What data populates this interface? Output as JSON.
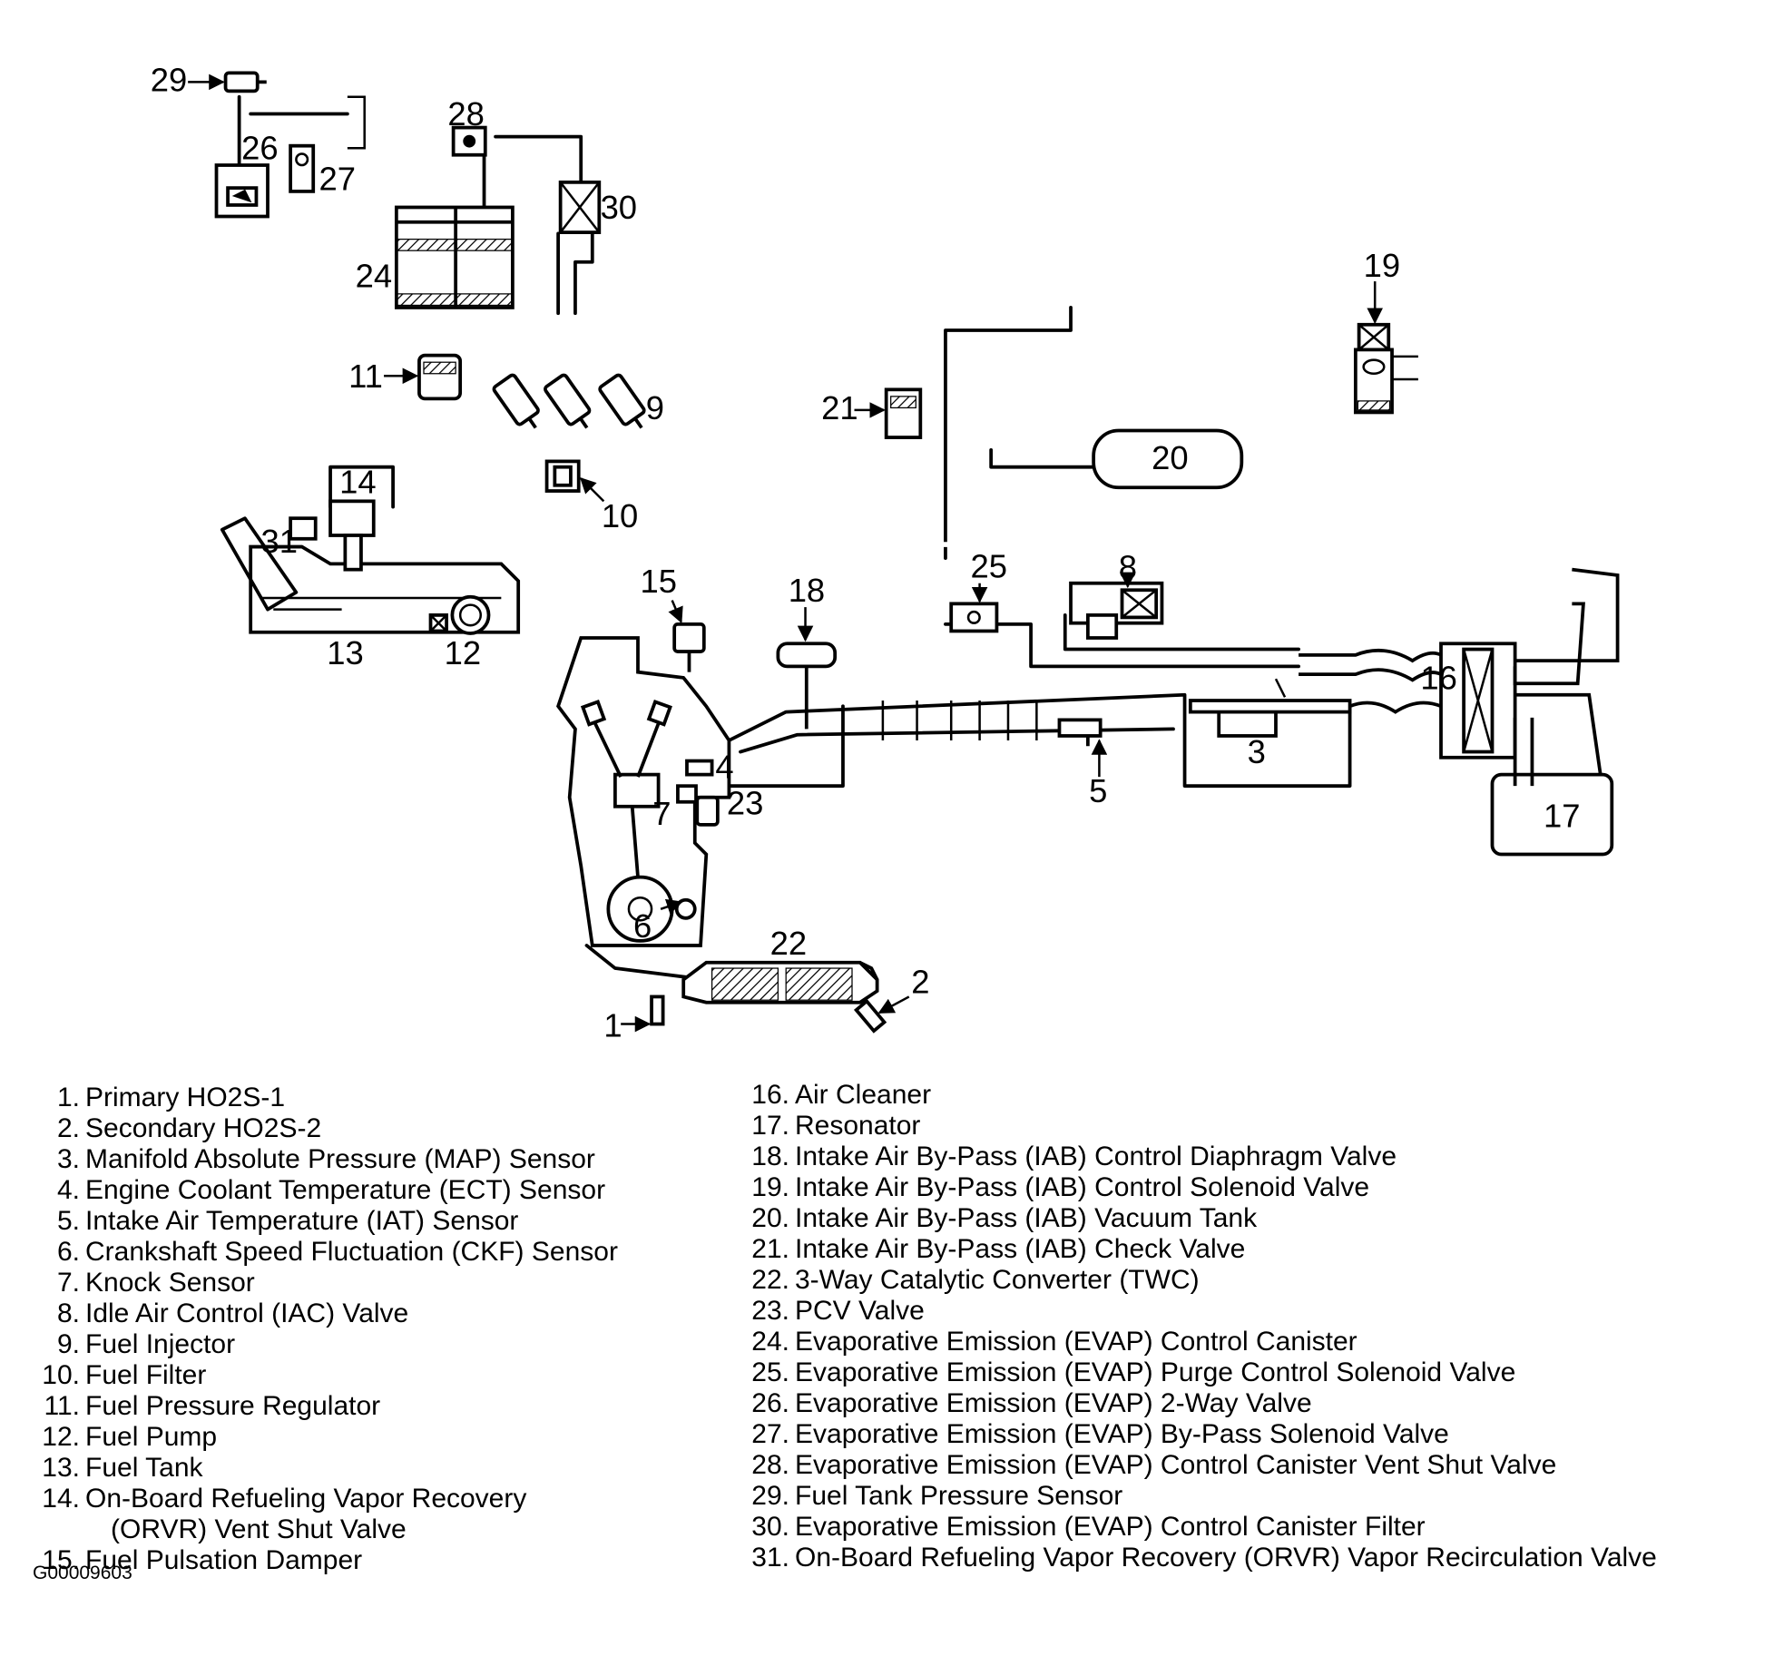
{
  "figure_id": "G00009603",
  "callouts": [
    "1",
    "2",
    "3",
    "4",
    "5",
    "6",
    "7",
    "8",
    "9",
    "10",
    "11",
    "12",
    "13",
    "14",
    "15",
    "16",
    "17",
    "18",
    "19",
    "20",
    "21",
    "22",
    "23",
    "24",
    "25",
    "26",
    "27",
    "28",
    "29",
    "30",
    "31"
  ],
  "legend_left": [
    {
      "n": "1.",
      "t": "Primary HO2S-1"
    },
    {
      "n": "2.",
      "t": "Secondary HO2S-2"
    },
    {
      "n": "3.",
      "t": "Manifold Absolute Pressure (MAP) Sensor"
    },
    {
      "n": "4.",
      "t": "Engine Coolant Temperature (ECT) Sensor"
    },
    {
      "n": "5.",
      "t": "Intake Air Temperature (IAT) Sensor"
    },
    {
      "n": "6.",
      "t": "Crankshaft Speed Fluctuation (CKF) Sensor"
    },
    {
      "n": "7.",
      "t": "Knock Sensor"
    },
    {
      "n": "8.",
      "t": "Idle Air Control (IAC) Valve"
    },
    {
      "n": "9.",
      "t": "Fuel Injector"
    },
    {
      "n": "10.",
      "t": "Fuel Filter"
    },
    {
      "n": "11.",
      "t": "Fuel Pressure Regulator"
    },
    {
      "n": "12.",
      "t": "Fuel Pump"
    },
    {
      "n": "13.",
      "t": "Fuel Tank"
    },
    {
      "n": "14.",
      "t": "On-Board Refueling Vapor Recovery"
    },
    {
      "n": "",
      "t": "(ORVR) Vent Shut Valve"
    },
    {
      "n": "15.",
      "t": "Fuel Pulsation Damper"
    }
  ],
  "legend_right": [
    {
      "n": "16.",
      "t": "Air Cleaner"
    },
    {
      "n": "17.",
      "t": "Resonator"
    },
    {
      "n": "18.",
      "t": "Intake Air By-Pass (IAB) Control Diaphragm Valve"
    },
    {
      "n": "19.",
      "t": "Intake Air By-Pass (IAB) Control Solenoid Valve"
    },
    {
      "n": "20.",
      "t": "Intake Air By-Pass (IAB) Vacuum Tank"
    },
    {
      "n": "21.",
      "t": "Intake Air By-Pass (IAB) Check Valve"
    },
    {
      "n": "22.",
      "t": "3-Way Catalytic Converter (TWC)"
    },
    {
      "n": "23.",
      "t": "PCV Valve"
    },
    {
      "n": "24.",
      "t": "Evaporative Emission (EVAP) Control Canister"
    },
    {
      "n": "25.",
      "t": "Evaporative Emission (EVAP) Purge Control Solenoid Valve"
    },
    {
      "n": "26.",
      "t": "Evaporative Emission (EVAP) 2-Way Valve"
    },
    {
      "n": "27.",
      "t": "Evaporative Emission (EVAP) By-Pass Solenoid Valve"
    },
    {
      "n": "28.",
      "t": "Evaporative Emission (EVAP) Control Canister Vent Shut Valve"
    },
    {
      "n": "29.",
      "t": "Fuel Tank Pressure Sensor"
    },
    {
      "n": "30.",
      "t": "Evaporative Emission (EVAP) Control Canister Filter"
    },
    {
      "n": "31.",
      "t": "On-Board Refueling Vapor Recovery (ORVR) Vapor Recirculation Valve"
    }
  ]
}
